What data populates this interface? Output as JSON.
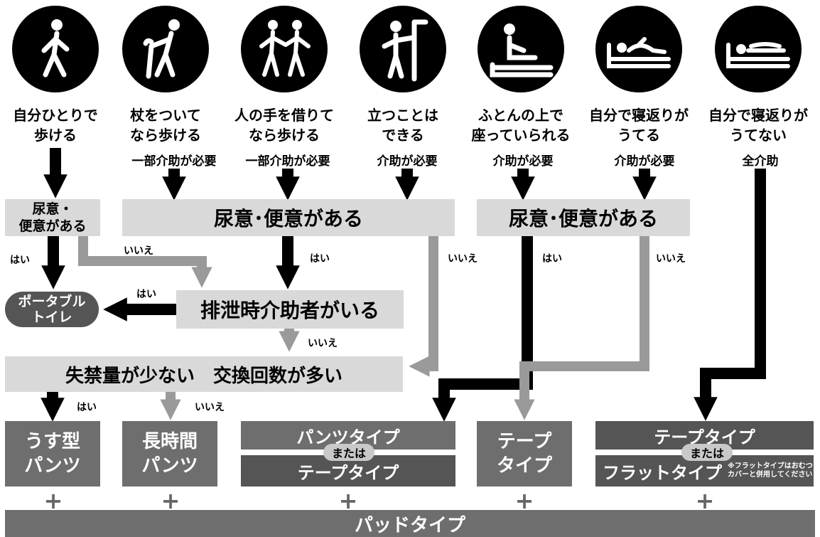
{
  "figures": [
    {
      "icon": "walking-person-icon",
      "caption": [
        "自分ひとりで",
        "歩ける"
      ],
      "level": ""
    },
    {
      "icon": "walking-cane-icon",
      "caption": [
        "杖をついて",
        "なら歩ける"
      ],
      "level": "一部介助が必要"
    },
    {
      "icon": "assisted-walking-icon",
      "caption": [
        "人の手を借りて",
        "なら歩ける"
      ],
      "level": "一部介助が必要"
    },
    {
      "icon": "standing-support-icon",
      "caption": [
        "立つことは",
        "できる"
      ],
      "level": "介助が必要"
    },
    {
      "icon": "sitting-on-futon-icon",
      "caption": [
        "ふとんの上で",
        "座っていられる"
      ],
      "level": "介助が必要"
    },
    {
      "icon": "turning-in-bed-icon",
      "caption": [
        "自分で寝返りが",
        "うてる"
      ],
      "level": "介助が必要"
    },
    {
      "icon": "lying-in-bed-icon",
      "caption": [
        "自分で寝返りが",
        "うてない"
      ],
      "level": "全介助"
    }
  ],
  "questions": {
    "q1": [
      "尿意・",
      "便意がある"
    ],
    "q2": "尿意･便意がある",
    "q3": "尿意･便意がある",
    "q4": "排泄時介助者がいる",
    "q5": "失禁量が少ない　交換回数が多い"
  },
  "answers": {
    "yes": "はい",
    "no": "いいえ"
  },
  "portable_toilet": [
    "ポータブル",
    "トイレ"
  ],
  "products": {
    "thin_pants": [
      "うす型",
      "パンツ"
    ],
    "long_pants": [
      "長時間",
      "パンツ"
    ],
    "pants_type": "パンツタイプ",
    "or": "または",
    "tape_type_combo": "テープタイプ",
    "tape_type": [
      "テープ",
      "タイプ"
    ],
    "tape_type_right": "テープタイプ",
    "flat_type": "フラットタイプ",
    "flat_note": [
      "※フラットタイプはおむつ",
      "カバーと併用してください"
    ],
    "pad_type": "パッドタイプ",
    "plus": "+"
  },
  "colors": {
    "black": "#000000",
    "dark_box": "#555555",
    "mid_box": "#6e6e6e",
    "light_box": "#d9d9d9",
    "gray_arrow": "#9a9a9a"
  }
}
